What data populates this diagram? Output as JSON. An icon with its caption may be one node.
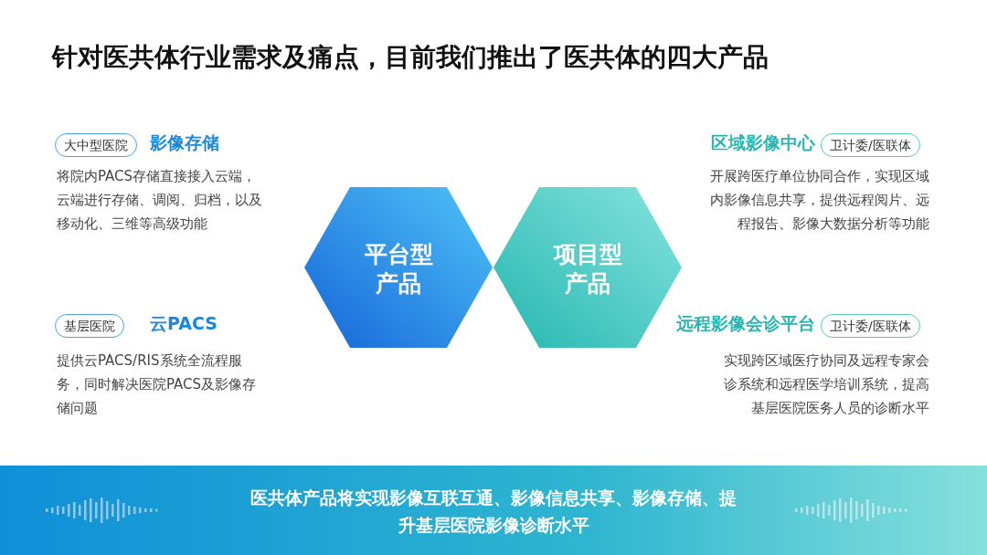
{
  "diagram": {
    "title": "针对医共体行业需求及痛点，目前我们推出了医共体的四大产品",
    "nodes": [
      {
        "text": [
          "平台型产品"
        ]
      },
      {
        "text": [
          "项目型产品"
        ]
      },
      {
        "text": [
          "大中型医院"
        ]
      },
      {
        "text": [
          "基层医院"
        ]
      },
      {
        "text": [
          "卫计委/医联体"
        ]
      },
      {
        "text": [
          "卫计委/医联体"
        ]
      },
      {
        "text": [
          "医共体产品将实现影像互联互通、影像信息共享、影像存储、提升基层医院影像诊断水平"
        ]
      }
    ],
    "labels": [
      "影像存储",
      "将院内PACS存储直接接入云端，云端进行存储、调阅、归档，以及移动化、三维等高级功能",
      "区域影像中心",
      "开展跨医疗单位协同合作，实现区域内影像信息共享，提供远程阅片、远程报告、影像大数据分析等功能",
      "云PACS",
      "提供云PACS/RIS系统全流程服务，同时解决医院PACS及影像存储问题",
      "远程影像会诊平台",
      "实现跨区域医疗协同及远程专家会诊系统和远程医学培训系统，提高基层医院医务人员的诊断水平"
    ]
  }
}
